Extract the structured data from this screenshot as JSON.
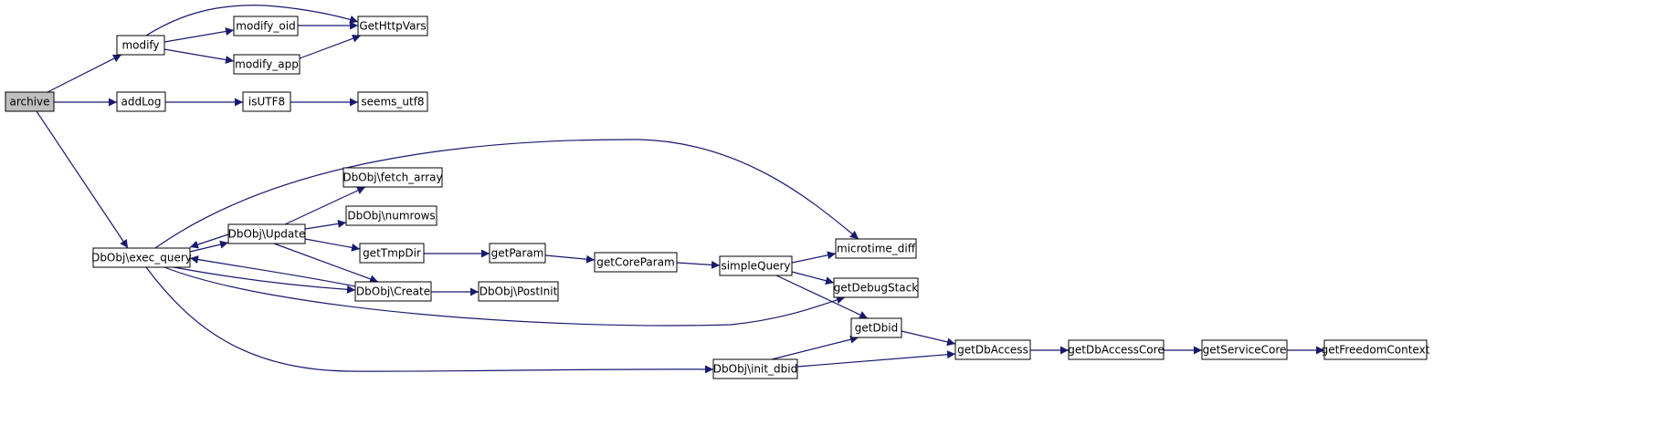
{
  "graph": {
    "edge_color": "#191970",
    "root_fill": "#bfbfbf",
    "nodes": [
      {
        "id": "archive",
        "label": "archive",
        "root": true
      },
      {
        "id": "modify",
        "label": "modify"
      },
      {
        "id": "addLog",
        "label": "addLog"
      },
      {
        "id": "exec_query",
        "label": "DbObj\\exec_query"
      },
      {
        "id": "modify_oid",
        "label": "modify_oid"
      },
      {
        "id": "modify_app",
        "label": "modify_app"
      },
      {
        "id": "GetHttpVars",
        "label": "GetHttpVars"
      },
      {
        "id": "isUTF8",
        "label": "isUTF8"
      },
      {
        "id": "seems_utf8",
        "label": "seems_utf8"
      },
      {
        "id": "update",
        "label": "DbObj\\Update"
      },
      {
        "id": "fetch_array",
        "label": "DbObj\\fetch_array"
      },
      {
        "id": "numrows",
        "label": "DbObj\\numrows"
      },
      {
        "id": "getTmpDir",
        "label": "getTmpDir"
      },
      {
        "id": "getParam",
        "label": "getParam"
      },
      {
        "id": "getCoreParam",
        "label": "getCoreParam"
      },
      {
        "id": "simpleQuery",
        "label": "simpleQuery"
      },
      {
        "id": "microtime_diff",
        "label": "microtime_diff"
      },
      {
        "id": "create",
        "label": "DbObj\\Create"
      },
      {
        "id": "postinit",
        "label": "DbObj\\PostInit"
      },
      {
        "id": "getDebugStack",
        "label": "getDebugStack"
      },
      {
        "id": "getDbid",
        "label": "getDbid"
      },
      {
        "id": "init_dbid",
        "label": "DbObj\\init_dbid"
      },
      {
        "id": "getDbAccess",
        "label": "getDbAccess"
      },
      {
        "id": "getDbAccessCore",
        "label": "getDbAccessCore"
      },
      {
        "id": "getServiceCore",
        "label": "getServiceCore"
      },
      {
        "id": "getFreedomContext",
        "label": "getFreedomContext"
      }
    ],
    "edges": [
      {
        "from": "archive",
        "to": "modify"
      },
      {
        "from": "archive",
        "to": "addLog"
      },
      {
        "from": "archive",
        "to": "exec_query"
      },
      {
        "from": "modify",
        "to": "GetHttpVars"
      },
      {
        "from": "modify",
        "to": "modify_oid"
      },
      {
        "from": "modify",
        "to": "modify_app"
      },
      {
        "from": "modify_oid",
        "to": "GetHttpVars"
      },
      {
        "from": "modify_app",
        "to": "GetHttpVars"
      },
      {
        "from": "addLog",
        "to": "isUTF8"
      },
      {
        "from": "isUTF8",
        "to": "seems_utf8"
      },
      {
        "from": "exec_query",
        "to": "update"
      },
      {
        "from": "exec_query",
        "to": "create"
      },
      {
        "from": "exec_query",
        "to": "microtime_diff"
      },
      {
        "from": "exec_query",
        "to": "getDebugStack"
      },
      {
        "from": "exec_query",
        "to": "init_dbid"
      },
      {
        "from": "update",
        "to": "exec_query"
      },
      {
        "from": "update",
        "to": "fetch_array"
      },
      {
        "from": "update",
        "to": "numrows"
      },
      {
        "from": "update",
        "to": "getTmpDir"
      },
      {
        "from": "update",
        "to": "create"
      },
      {
        "from": "create",
        "to": "exec_query"
      },
      {
        "from": "create",
        "to": "postinit"
      },
      {
        "from": "getTmpDir",
        "to": "getParam"
      },
      {
        "from": "getParam",
        "to": "getCoreParam"
      },
      {
        "from": "getCoreParam",
        "to": "simpleQuery"
      },
      {
        "from": "simpleQuery",
        "to": "microtime_diff"
      },
      {
        "from": "simpleQuery",
        "to": "getDebugStack"
      },
      {
        "from": "simpleQuery",
        "to": "getDbid"
      },
      {
        "from": "init_dbid",
        "to": "getDbid"
      },
      {
        "from": "init_dbid",
        "to": "getDbAccess"
      },
      {
        "from": "getDbid",
        "to": "getDbAccess"
      },
      {
        "from": "getDbAccess",
        "to": "getDbAccessCore"
      },
      {
        "from": "getDbAccessCore",
        "to": "getServiceCore"
      },
      {
        "from": "getServiceCore",
        "to": "getFreedomContext"
      }
    ]
  }
}
